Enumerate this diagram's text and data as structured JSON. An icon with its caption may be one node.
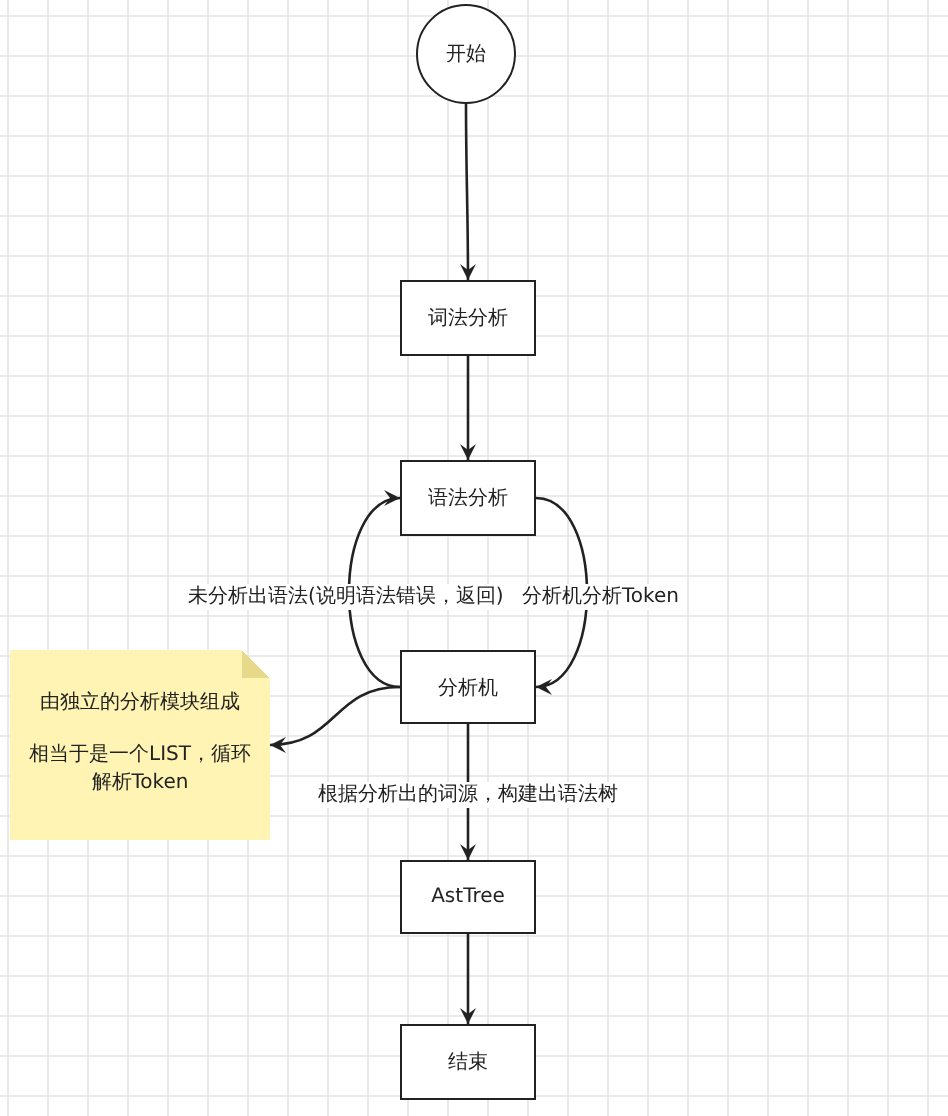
{
  "diagram": {
    "nodes": [
      {
        "text": [
          "开始"
        ]
      },
      {
        "text": [
          "词法分析"
        ]
      },
      {
        "text": [
          "语法分析"
        ]
      },
      {
        "text": [
          "分析机"
        ]
      },
      {
        "text": [
          "由独立的分析模块组成",
          "相当于是一个LIST，循环解析Token"
        ]
      },
      {
        "text": [
          "AstTree"
        ]
      },
      {
        "text": [
          "结束"
        ]
      }
    ],
    "edges": [
      {
        "from": 0,
        "to": 1,
        "arrow": "to"
      },
      {
        "from": 1,
        "to": 2,
        "arrow": "to"
      },
      {
        "from": 2,
        "to": 3,
        "arrow": "to",
        "label": "分析机分析Token"
      },
      {
        "from": 3,
        "to": 2,
        "arrow": "to",
        "label": "未分析出语法(说明语法错误，返回)"
      },
      {
        "from": 3,
        "to": 4,
        "arrow": "to"
      },
      {
        "from": 3,
        "to": 5,
        "arrow": "to",
        "label": "根据分析出的词源，构建出语法树"
      },
      {
        "from": 5,
        "to": 6,
        "arrow": "to"
      }
    ]
  }
}
